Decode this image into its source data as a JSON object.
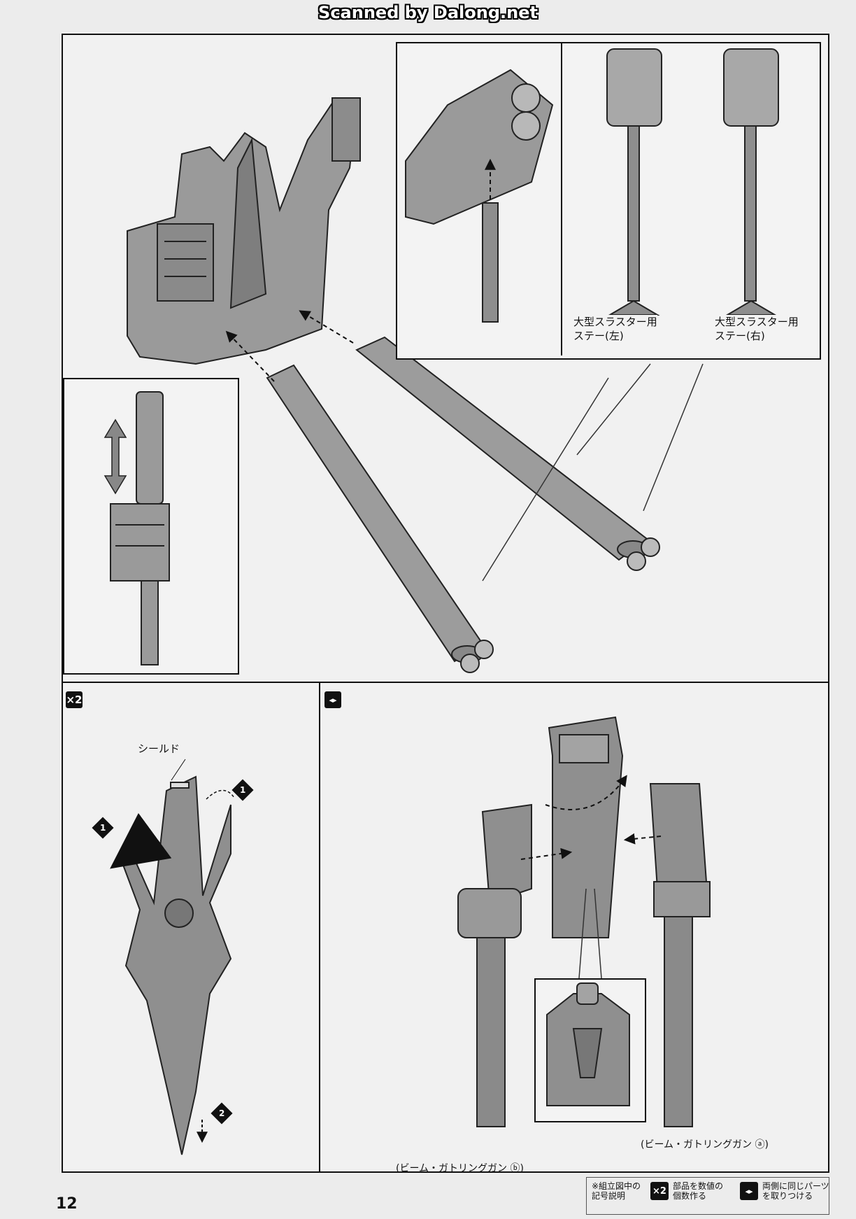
{
  "watermark": "Scanned by Dalong.net",
  "top_panel": {
    "thruster_stay_left_line1": "大型スラスター用",
    "thruster_stay_left_line2": "ステー(左)",
    "thruster_stay_right_line1": "大型スラスター用",
    "thruster_stay_right_line2": "ステー(右)"
  },
  "shield_panel": {
    "badge": "×2",
    "shield_label": "シールド",
    "step1": "1",
    "step2": "2"
  },
  "gatling_panel": {
    "badge_icon": "both-sides-icon",
    "gun_a_label": "(ビーム・ガトリングガン ⓐ)",
    "gun_b_label": "(ビーム・ガトリングガン ⓑ)"
  },
  "footer": {
    "page_number": "12",
    "legend_title": "※組立図中の\n記号説明",
    "legend_x2_icon": "×2",
    "legend_x2_text": "部品を数値の\n個数作る",
    "legend_both_icon": "◂▸",
    "legend_both_text": "両側に同じパーツ\nを取りつける"
  }
}
